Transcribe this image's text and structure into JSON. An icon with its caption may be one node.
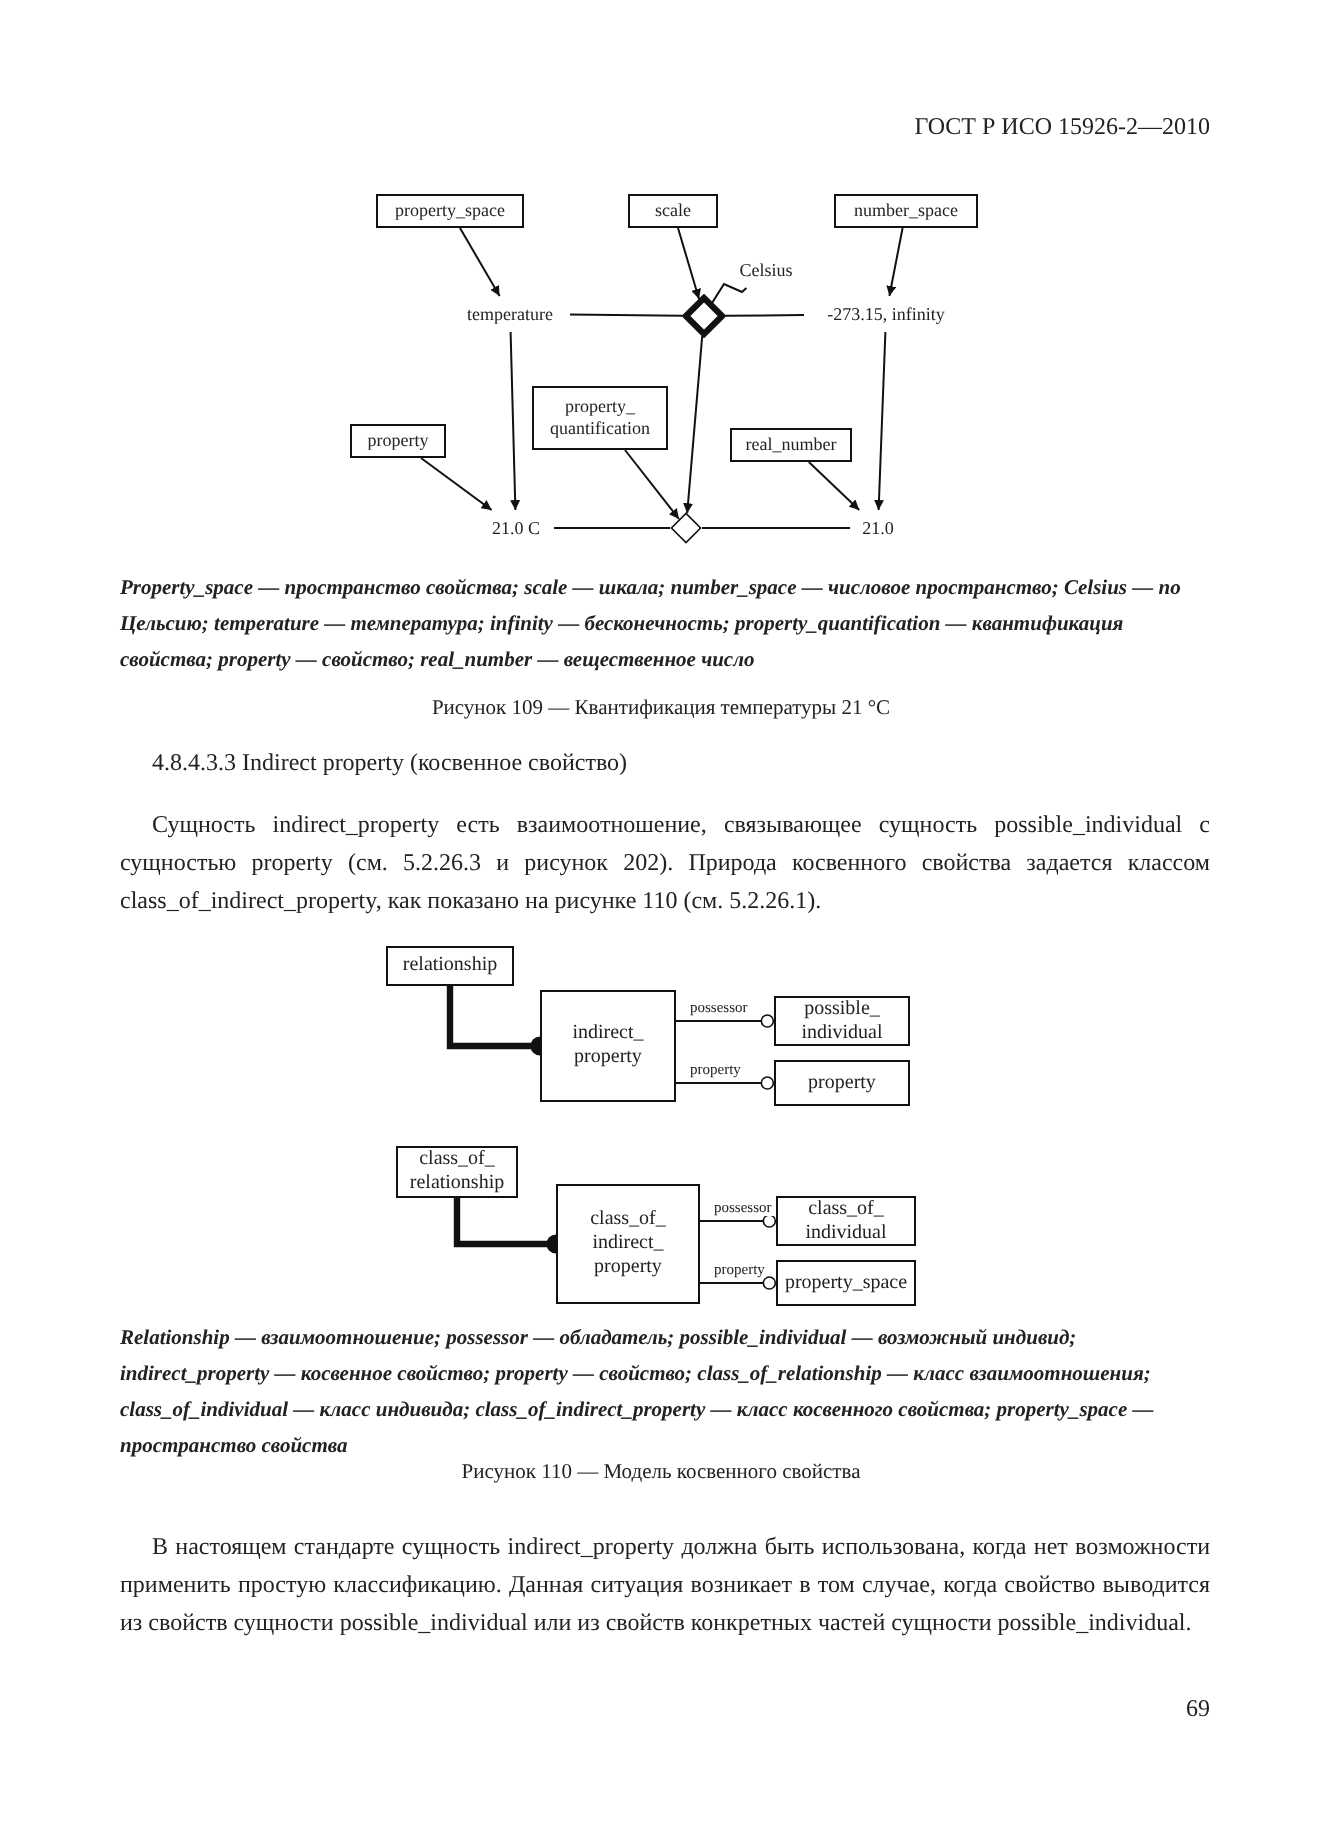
{
  "diagram": {
    "nodes": [
      {
        "text": [
          "property_space"
        ]
      },
      {
        "text": [
          "scale"
        ]
      },
      {
        "text": [
          "number_space"
        ]
      },
      {
        "text": [
          "Celsius"
        ]
      },
      {
        "text": [
          "temperature"
        ]
      },
      {
        "text": [],
        "shape": "diamond"
      },
      {
        "text": [
          "-273.15, infinity"
        ]
      },
      {
        "text": [
          "property_ quantification"
        ]
      },
      {
        "text": [
          "property"
        ]
      },
      {
        "text": [
          "real_number"
        ]
      },
      {
        "text": [
          "21.0 C"
        ]
      },
      {
        "text": [],
        "shape": "diamond"
      },
      {
        "text": [
          "21.0"
        ]
      },
      {
        "text": [
          "relationship"
        ]
      },
      {
        "text": [
          "indirect_ property"
        ]
      },
      {
        "text": [
          "possible_ individual"
        ]
      },
      {
        "text": [
          "property"
        ]
      },
      {
        "text": [
          "class_of_ relationship"
        ]
      },
      {
        "text": [
          "class_of_ indirect_ property"
        ]
      },
      {
        "text": [
          "class_of_ individual"
        ]
      },
      {
        "text": [
          "property_space"
        ]
      }
    ],
    "edges": [
      {
        "from": 0,
        "to": 4,
        "arrow": "to"
      },
      {
        "from": 1,
        "to": 5,
        "arrow": "to"
      },
      {
        "from": 2,
        "to": 6,
        "arrow": "to"
      },
      {
        "from": 3,
        "to": 5,
        "arrow": "none"
      },
      {
        "from": 4,
        "to": 5,
        "arrow": "none"
      },
      {
        "from": 5,
        "to": 6,
        "arrow": "none"
      },
      {
        "from": 4,
        "to": 10,
        "arrow": "to"
      },
      {
        "from": 5,
        "to": 11,
        "arrow": "to"
      },
      {
        "from": 6,
        "to": 12,
        "arrow": "to"
      },
      {
        "from": 8,
        "to": 10,
        "arrow": "to"
      },
      {
        "from": 7,
        "to": 11,
        "arrow": "to"
      },
      {
        "from": 9,
        "to": 12,
        "arrow": "to"
      },
      {
        "from": 10,
        "to": 11,
        "arrow": "none"
      },
      {
        "from": 11,
        "to": 12,
        "arrow": "none"
      },
      {
        "from": 13,
        "to": 14,
        "arrow": "other",
        "style": "thick"
      },
      {
        "from": 14,
        "to": 15,
        "arrow": "other",
        "label": "possessor"
      },
      {
        "from": 14,
        "to": 16,
        "arrow": "other",
        "label": "property"
      },
      {
        "from": 17,
        "to": 18,
        "arrow": "other",
        "style": "thick"
      },
      {
        "from": 18,
        "to": 19,
        "arrow": "other",
        "label": "possessor"
      },
      {
        "from": 18,
        "to": 20,
        "arrow": "other",
        "label": "property"
      }
    ],
    "labels": [
      "ГОСТ Р ИСО 15926-2—2010",
      "Property_space — пространство свойства; scale — шкала; number_space — числовое пространство; Celsius — по Цельсию; temperature — температура; infinity — бесконечность; property_quantification — квантификация свойства; property — свойство; real_number — вещественное число",
      "Рисунок 109 — Квантификация температуры 21 °С",
      "4.8.4.3.3 Indirect property (косвенное свойство)",
      "Сущность indirect_property есть взаимоотношение, связывающее сущность possible_individual с сущностью property (см. 5.2.26.3 и рисунок 202). Природа косвенного свойства задается классом class_of_indirect_property, как показано на рисунке 110 (см. 5.2.26.1).",
      "Relationship — взаимоотношение; possessor — обладатель; possible_individual — возможный индивид; indirect_property — косвенное свойство; property — свойство; class_of_relationship — класс взаимоотношения; class_of_individual — класс индивида; class_of_indirect_property — класс косвенного свойства; property_space — пространство свойства",
      "Рисунок 110 — Модель косвенного свойства",
      "В настоящем стандарте сущность indirect_property должна быть использована, когда нет возможности применить простую классификацию. Данная ситуация возникает в том случае, когда свойство выводится из свойств сущности possible_individual или из свойств конкретных частей сущности possible_individual.",
      "69"
    ]
  }
}
